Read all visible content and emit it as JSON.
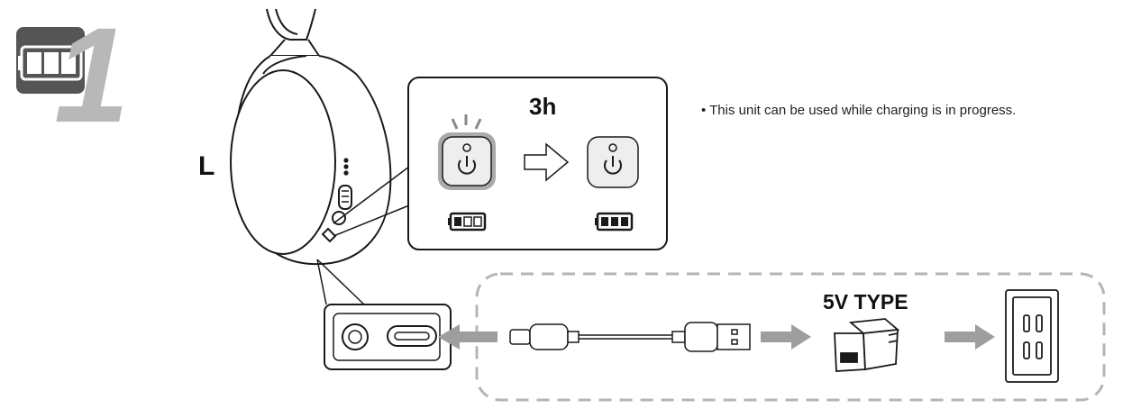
{
  "step": {
    "number": "1",
    "icon": "battery-full-icon"
  },
  "headset": {
    "side_label": "L"
  },
  "charging": {
    "duration": "3h",
    "before_icon": "battery-partial-icon",
    "after_icon": "battery-full-icon",
    "indicator_icon": "power-button-icon"
  },
  "adapter": {
    "type_label": "5V TYPE"
  },
  "note": "• This unit can be used while charging is in progress.",
  "colors": {
    "line": "#1a1a1a",
    "dashed_border": "#b5b5b5",
    "arrow": "#9e9e9e",
    "step_number": "#b8b8b8"
  }
}
